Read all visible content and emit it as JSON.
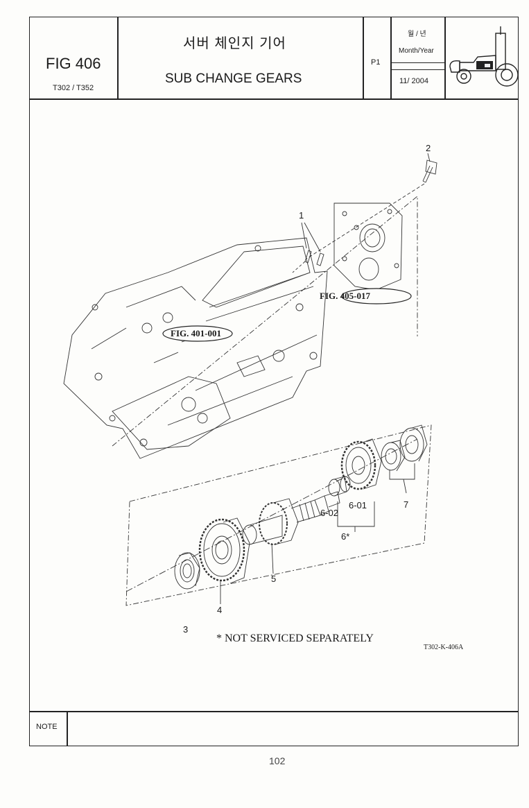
{
  "header": {
    "fig_number": "FIG 406",
    "model": "T302 / T352",
    "title_korean": "서버 체인지 기어",
    "title_english": "SUB CHANGE GEARS",
    "page_code": "P1",
    "date_label_korean": "월 / 년",
    "date_label_english": "Month/Year",
    "date_value": "11/ 2004",
    "tractor_icon": "tractor-icon"
  },
  "diagram": {
    "callouts": {
      "c1": "1",
      "c2": "2",
      "c3": "3",
      "c4": "4",
      "c5": "5",
      "c6_02": "6-02",
      "c6_01": "6-01",
      "c6": "6*",
      "c7": "7"
    },
    "ref_fig_405": "FIG. 405-017",
    "ref_fig_401": "FIG. 401-001",
    "footnote": "* NOT SERVICED SEPARATELY",
    "drawing_code": "T302-K-406A"
  },
  "note": {
    "label": "NOTE",
    "content": ""
  },
  "page_number": "102"
}
